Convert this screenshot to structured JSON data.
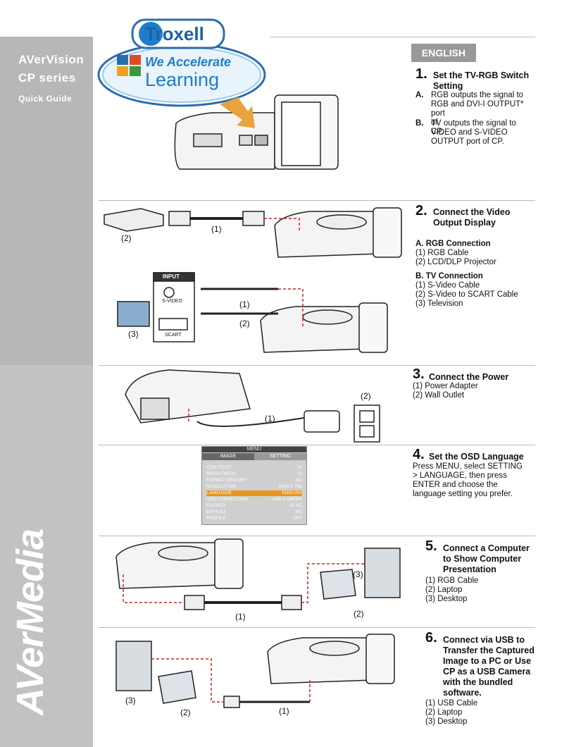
{
  "sidebar": {
    "title_line1": "AVerVision",
    "title_line2": "CP series",
    "subtitle": "Quick Guide",
    "brand": "AVerMedia"
  },
  "logo": {
    "brand": "Troxell",
    "tagline_1": "We Accelerate",
    "tagline_2": "Learning"
  },
  "language_tab": "ENGLISH",
  "steps": [
    {
      "num": "1.",
      "title_1": "Set the TV-RGB Switch",
      "title_2": "Setting",
      "a_letter": "A.",
      "a_text_1": "RGB outputs the signal to",
      "a_text_2": "RGB and DVI-I OUTPUT*",
      "a_text_3": "port of CP.",
      "b_letter": "B.",
      "b_text_1": "TV outputs the signal to",
      "b_text_2": "VIDEO and S-VIDEO",
      "b_text_3": "OUTPUT port of CP."
    },
    {
      "num": "2.",
      "title_1": "Connect the Video",
      "title_2": "Output Display",
      "a_head": "A.  RGB Connection",
      "a_1": "(1) RGB Cable",
      "a_2": "(2) LCD/DLP Projector",
      "b_head": "B.  TV Connection",
      "b_1": "(1) S-Video Cable",
      "b_2": "(2) S-Video to SCART Cable",
      "b_3": "(3) Television"
    },
    {
      "num": "3.",
      "title_1": "Connect the Power",
      "i_1": "(1) Power Adapter",
      "i_2": "(2) Wall Outlet"
    },
    {
      "num": "4.",
      "title_1": "Set the OSD Language",
      "t_1": "Press MENU, select SETTING",
      "t_2": "> LANGUAGE, then press",
      "t_3": "ENTER and choose the",
      "t_4": "language setting you prefer."
    },
    {
      "num": "5.",
      "title_1": "Connect a Computer",
      "title_2": "to Show Computer",
      "title_3": "Presentation",
      "i_1": "(1) RGB Cable",
      "i_2": "(2) Laptop",
      "i_3": "(3) Desktop"
    },
    {
      "num": "6.",
      "title_1": "Connect via USB to",
      "title_2": "Transfer the Captured",
      "title_3": "Image to a PC or Use",
      "title_4": "CP as a USB Camera",
      "title_5": "with the bundled",
      "title_6": "software.",
      "i_1": "(1) USB Cable",
      "i_2": "(2) Laptop",
      "i_3": "(3) Desktop"
    }
  ],
  "diagram_labels": {
    "rgb_cable": "(1)",
    "projector": "(2)",
    "input_panel_title": "INPUT",
    "svideo_port": "S-VIDEO",
    "scart_port": "SCART",
    "svideo_cable": "(1)",
    "scart_cable": "(2)",
    "television": "(3)",
    "power_adapter": "(1)",
    "wall_outlet": "(2)",
    "s5_desktop": "(3)",
    "s5_laptop": "(2)",
    "s5_cable": "(1)",
    "s6_desktop": "(3)",
    "s6_laptop": "(2)",
    "s6_cable": "(1)"
  },
  "osd": {
    "title": "MENU",
    "tab_image": "IMAGE",
    "tab_setting": "SETTING",
    "rows": [
      {
        "k": "CONTRAST",
        "v": "32"
      },
      {
        "k": "BRIGHTNESS",
        "v": "32"
      },
      {
        "k": "FORMAT MEMORY",
        "v": "NO"
      },
      {
        "k": "RESOLUTION",
        "v": "1024 X 768"
      },
      {
        "k": "LANGUAGE",
        "v": "ENGLISH"
      },
      {
        "k": "USB CONNECTION",
        "v": "USB CAMERA"
      },
      {
        "k": "FLICKER",
        "v": "60 HZ"
      },
      {
        "k": "DEFAULT",
        "v": "NO"
      },
      {
        "k": "PROFILE",
        "v": "OFF"
      }
    ],
    "highlight_color": "#e8951e"
  },
  "colors": {
    "sidebar": "#b7b7b7",
    "arrow": "#e8a33c",
    "dashed_red": "#d42020"
  }
}
